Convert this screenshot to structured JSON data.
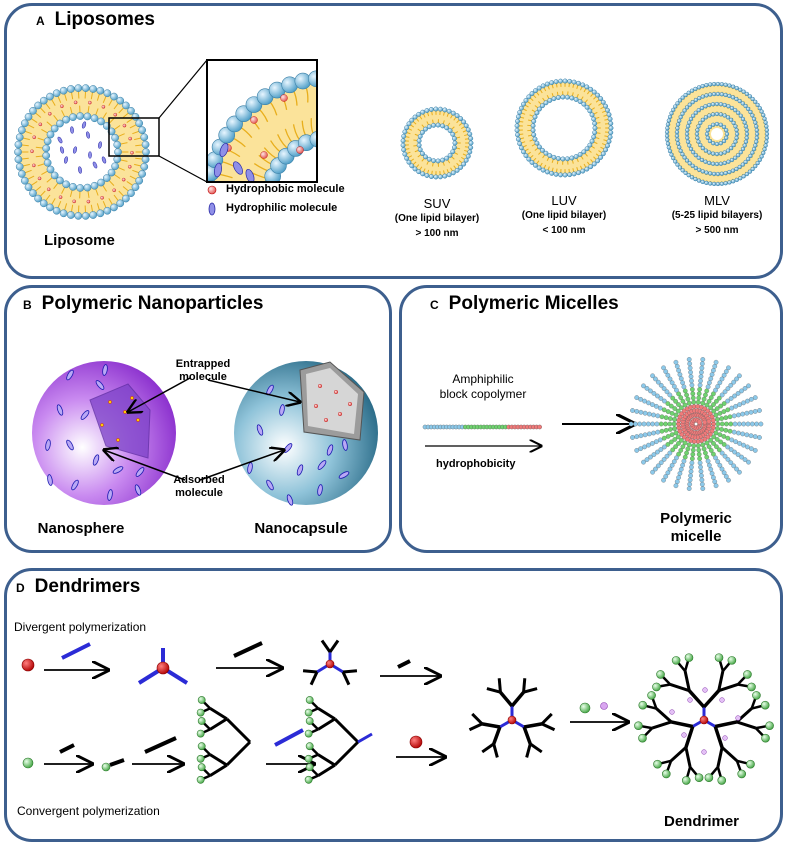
{
  "panel_a": {
    "letter": "A",
    "title": "Liposomes",
    "liposome_label": "Liposome",
    "legend": {
      "hydrophobic": "Hydrophobic molecule",
      "hydrophilic": "Hydrophilic molecule"
    },
    "suv": {
      "name": "SUV",
      "desc": "(One lipid bilayer)",
      "size": "> 100 nm"
    },
    "luv": {
      "name": "LUV",
      "desc": "(One lipid bilayer)",
      "size": "< 100 nm"
    },
    "mlv": {
      "name": "MLV",
      "desc": "(5-25 lipid bilayers)",
      "size": "> 500 nm"
    }
  },
  "panel_b": {
    "letter": "B",
    "title": "Polymeric Nanoparticles",
    "entrapped": [
      "Entrapped",
      "molecule"
    ],
    "adsorbed": [
      "Adsorbed",
      "molecule"
    ],
    "nanosphere": "Nanosphere",
    "nanocapsule": "Nanocapsule"
  },
  "panel_c": {
    "letter": "C",
    "title": "Polymeric Micelles",
    "copolymer": [
      "Amphiphilic",
      "block copolymer"
    ],
    "hydrophobicity": "hydrophobicity",
    "micelle": [
      "Polymeric",
      "micelle"
    ]
  },
  "panel_d": {
    "letter": "D",
    "title": "Dendrimers",
    "divergent": "Divergent polymerization",
    "convergent": "Convergent polymerization",
    "dendrimer": "Dendrimer"
  },
  "colors": {
    "border": "#3d5f8e",
    "lipid_head": "#6fb8d8",
    "lipid_tail": "#f2c23a",
    "core": "#d0021b",
    "branch_blue": "#2b2bd6",
    "terminal": "#77c877",
    "nanosphere": "#9d3fe0",
    "nanocapsule": "#1f6b8c"
  }
}
